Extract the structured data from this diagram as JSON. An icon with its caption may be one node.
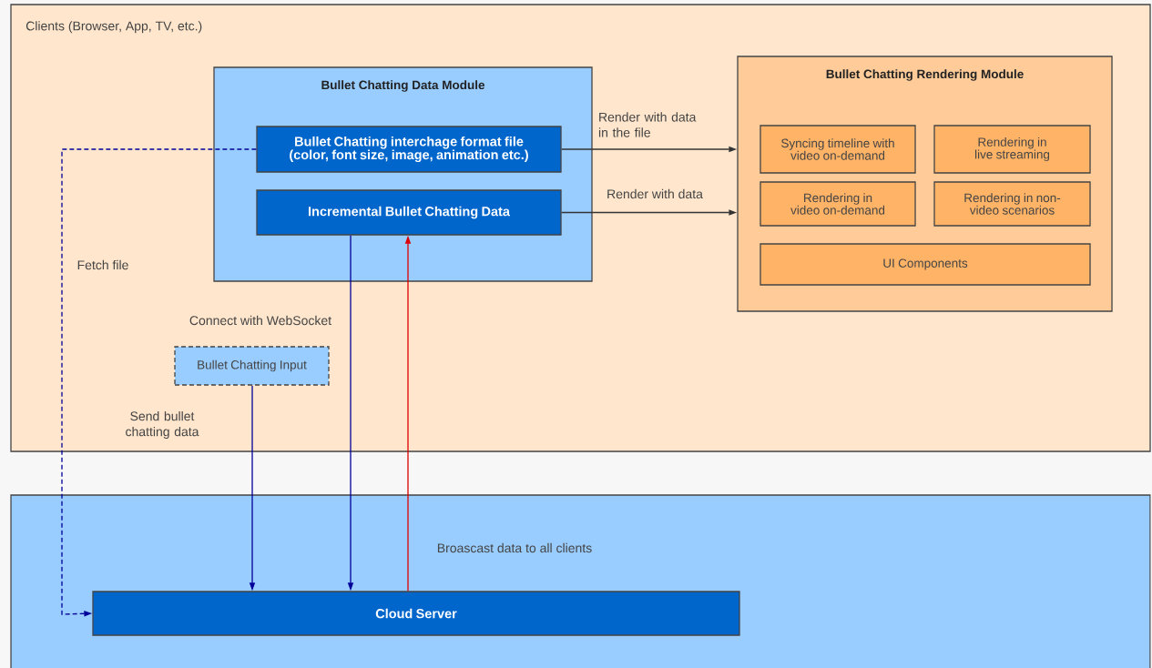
{
  "diagram": {
    "nodes": [
      {
        "text": [
          "Clients (Browser, App, TV, etc.)"
        ]
      },
      {
        "text": [
          "Bullet Chatting Data Module"
        ],
        "in": 0
      },
      {
        "text": [
          "Bullet Chatting interchage format file (color, font size, image, animation etc.)"
        ],
        "in": 1
      },
      {
        "text": [
          "Incremental Bullet Chatting Data"
        ],
        "in": 1
      },
      {
        "text": [
          "Bullet Chatting Rendering Module"
        ],
        "in": 0
      },
      {
        "text": [
          "Syncing timeline with video on-demand"
        ],
        "in": 4
      },
      {
        "text": [
          "Rendering in live streaming"
        ],
        "in": 4
      },
      {
        "text": [
          "Rendering in video on-demand"
        ],
        "in": 4
      },
      {
        "text": [
          "Rendering in non-video scenarios"
        ],
        "in": 4
      },
      {
        "text": [
          "UI Components"
        ],
        "in": 4
      },
      {
        "text": [
          "Bullet Chatting Input"
        ],
        "in": 0
      },
      {
        "text": [],
        "shape": "box"
      },
      {
        "text": [
          "Cloud Server"
        ],
        "in": 11
      }
    ],
    "edges": [
      {
        "from": 2,
        "to": 4,
        "arrow": "to",
        "label": "Render with data in the file",
        "color": "#333333"
      },
      {
        "from": 3,
        "to": 4,
        "arrow": "to",
        "label": "Render with data",
        "color": "#333333"
      },
      {
        "from": 2,
        "to": 12,
        "arrow": "to",
        "label": "Fetch file",
        "style": "dashed"
      },
      {
        "from": 10,
        "to": 12,
        "arrow": "to",
        "label": "Send bullet chatting data"
      },
      {
        "from": 3,
        "to": 12,
        "arrow": "to",
        "label": "Connect with WebSocket"
      },
      {
        "from": 12,
        "to": 3,
        "arrow": "to",
        "label": "Broascast data to all clients",
        "color": "#dd0000"
      }
    ]
  }
}
